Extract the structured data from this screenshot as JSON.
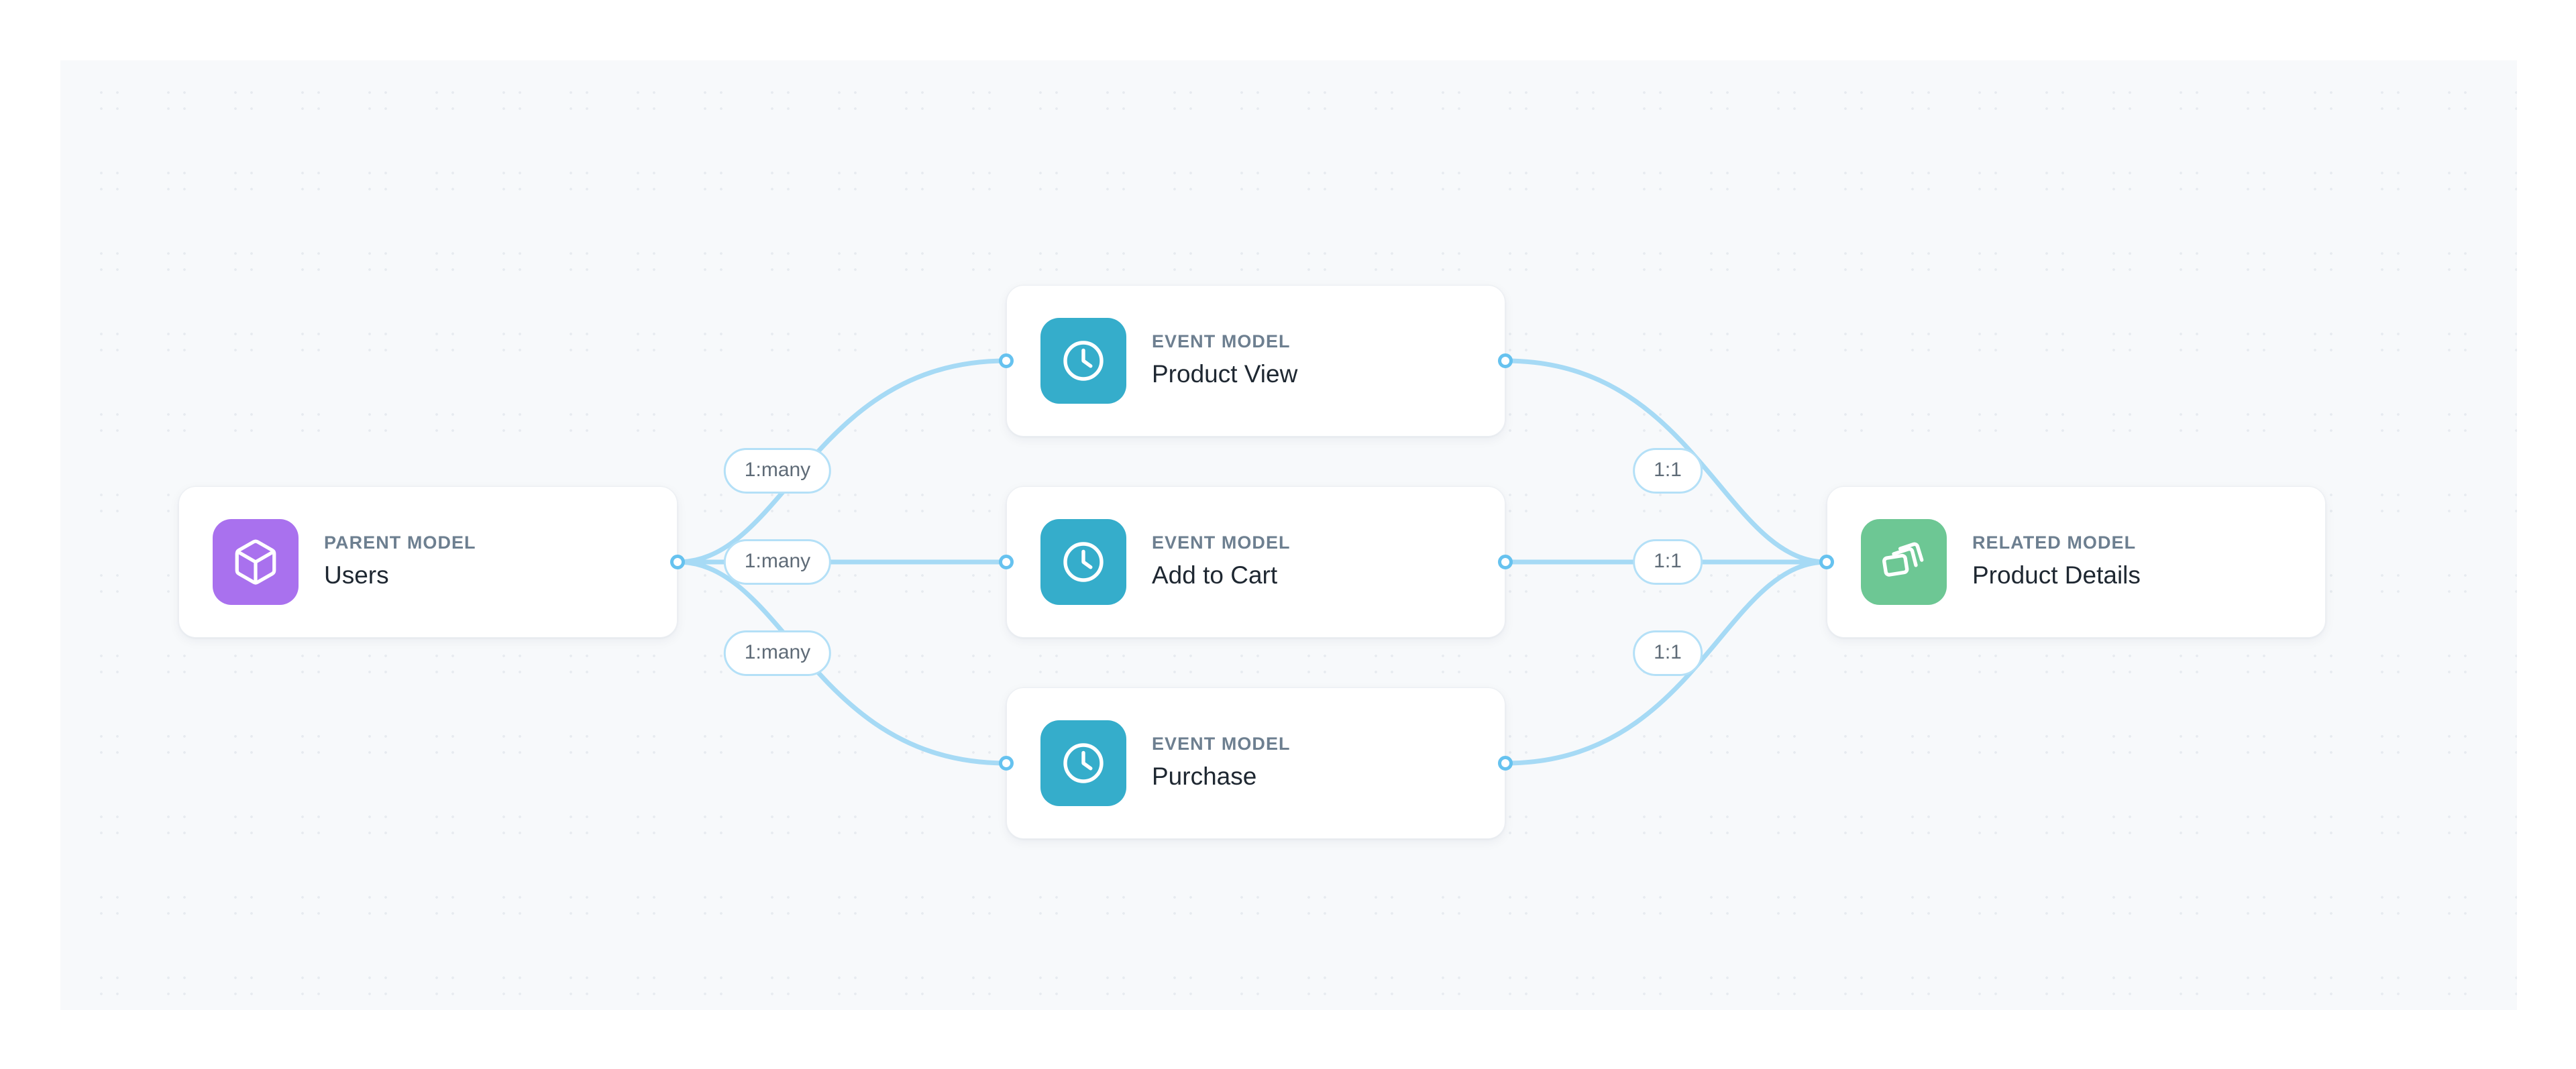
{
  "canvas": {
    "background_color": "#f7f9fb",
    "dot_color": "#e7ebf0"
  },
  "theme": {
    "edge_color": "#a6daf5",
    "port_color": "#66c2ef",
    "pill_border": "#b4e0f7",
    "pill_text": "#5f6b77",
    "kicker_color": "#6d7f90",
    "title_color": "#1e2731",
    "parent_icon_bg": "#a971ee",
    "event_icon_bg": "#35adcb",
    "related_icon_bg": "#6dc794"
  },
  "nodes": {
    "parent": {
      "kicker": "PARENT MODEL",
      "title": "Users",
      "icon": "cube-icon"
    },
    "events": [
      {
        "kicker": "EVENT MODEL",
        "title": "Product View",
        "icon": "clock-icon"
      },
      {
        "kicker": "EVENT MODEL",
        "title": "Add to Cart",
        "icon": "clock-icon"
      },
      {
        "kicker": "EVENT MODEL",
        "title": "Purchase",
        "icon": "clock-icon"
      }
    ],
    "related": {
      "kicker": "RELATED MODEL",
      "title": "Product Details",
      "icon": "layers-icon"
    }
  },
  "edges": {
    "left": [
      {
        "label": "1:many",
        "from": "parent",
        "to": "event-0"
      },
      {
        "label": "1:many",
        "from": "parent",
        "to": "event-1"
      },
      {
        "label": "1:many",
        "from": "parent",
        "to": "event-2"
      }
    ],
    "right": [
      {
        "label": "1:1",
        "from": "event-0",
        "to": "related"
      },
      {
        "label": "1:1",
        "from": "event-1",
        "to": "related"
      },
      {
        "label": "1:1",
        "from": "event-2",
        "to": "related"
      }
    ]
  }
}
